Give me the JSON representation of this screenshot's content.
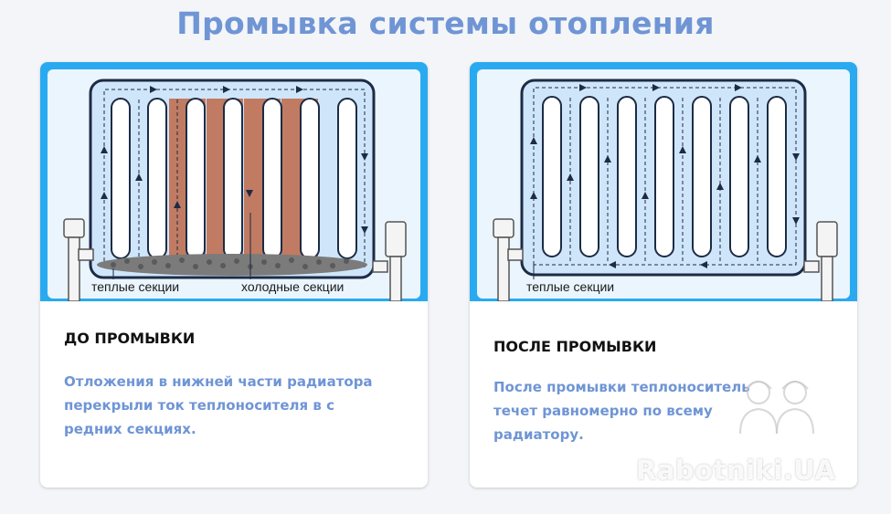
{
  "title": "Промывка системы отопления",
  "colors": {
    "title": "#6f95d5",
    "frame": "#29aaf0",
    "radiator_body": "#cfe6fa",
    "radiator_outline": "#1d2b45",
    "cold_section": "#c07b62",
    "sediment": "#5a5a5a",
    "text_accent": "#6f95d5"
  },
  "cards": [
    {
      "heading": "ДО ПРОМЫВКИ",
      "text_lines": [
        "Отложения в нижней части радиатора",
        "перекрыли ток теплоносителя в с",
        "редних секциях."
      ],
      "labels": [
        "теплые секции",
        "холодные секции"
      ]
    },
    {
      "heading": "ПОСЛЕ ПРОМЫВКИ",
      "text_lines": [
        "После промывки теплоноситель",
        "течет равномерно по всему",
        "радиатору."
      ],
      "labels": [
        "теплые секции"
      ]
    }
  ],
  "watermark": "Rabotniki.UA"
}
